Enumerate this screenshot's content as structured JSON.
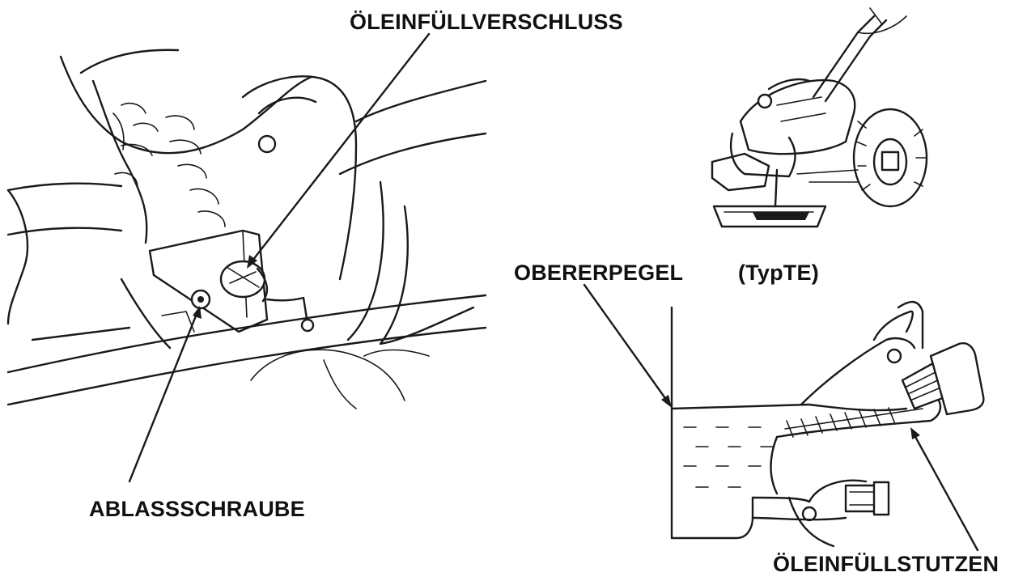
{
  "labels": {
    "oil_filler_cap": "ÖLEINFÜLLVERSCHLUSS",
    "drain_plug": "ABLASSSCHRAUBE",
    "upper_level": "OBERERPEGEL",
    "type_te": "(TypTE)",
    "oil_filler_neck": "ÖLEINFÜLLSTUTZEN"
  },
  "colors": {
    "ink": "#1a1a1a",
    "background": "#ffffff"
  }
}
